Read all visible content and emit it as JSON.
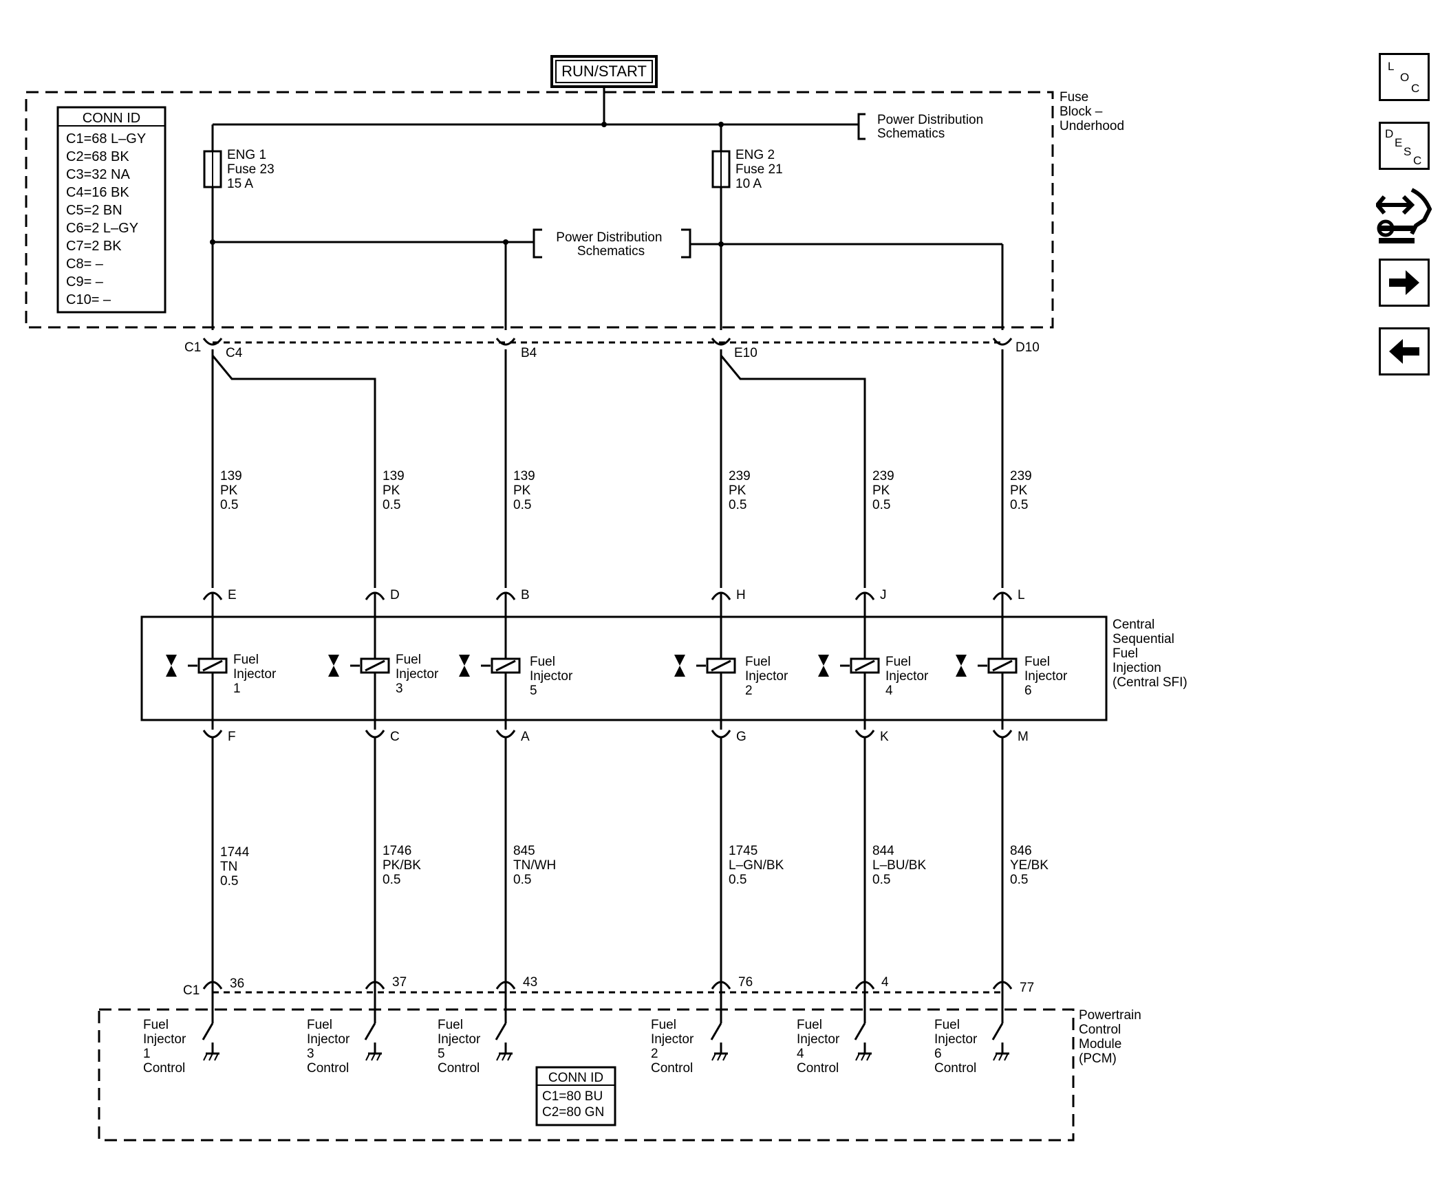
{
  "power_source": "RUN/START",
  "fuse_block": {
    "label_lines": [
      "Fuse",
      "Block –",
      "Underhood"
    ]
  },
  "conn_id_top": {
    "title": "CONN ID",
    "rows": [
      "C1=68 L–GY",
      "C2=68 BK",
      "C3=32 NA",
      "C4=16 BK",
      "C5=2 BN",
      "C6=2 L–GY",
      "C7=2 BK",
      "C8= –",
      "C9= –",
      "C10= –"
    ]
  },
  "power_distribution_top": [
    "Power Distribution",
    "Schematics"
  ],
  "power_distribution_mid": [
    "Power Distribution",
    "Schematics"
  ],
  "fuses": [
    {
      "lines": [
        "ENG 1",
        "Fuse 23",
        "15 A"
      ]
    },
    {
      "lines": [
        "ENG 2",
        "Fuse 21",
        "10 A"
      ]
    }
  ],
  "upper_connector_labels": {
    "c1": "C1",
    "c4": "C4",
    "b4": "B4",
    "e10": "E10",
    "d10": "D10"
  },
  "upper_wires": [
    {
      "circuit": "139",
      "color": "PK",
      "gauge": "0.5"
    },
    {
      "circuit": "139",
      "color": "PK",
      "gauge": "0.5"
    },
    {
      "circuit": "139",
      "color": "PK",
      "gauge": "0.5"
    },
    {
      "circuit": "239",
      "color": "PK",
      "gauge": "0.5"
    },
    {
      "circuit": "239",
      "color": "PK",
      "gauge": "0.5"
    },
    {
      "circuit": "239",
      "color": "PK",
      "gauge": "0.5"
    }
  ],
  "sfi_module": {
    "label_lines": [
      "Central",
      "Sequential",
      "Fuel",
      "Injection",
      "(Central SFI)"
    ]
  },
  "injectors": [
    {
      "top_pin": "E",
      "bottom_pin": "F",
      "label": [
        "Fuel",
        "Injector",
        "1"
      ]
    },
    {
      "top_pin": "D",
      "bottom_pin": "C",
      "label": [
        "Fuel",
        "Injector",
        "3"
      ]
    },
    {
      "top_pin": "B",
      "bottom_pin": "A",
      "label": [
        "Fuel",
        "Injector",
        "5"
      ]
    },
    {
      "top_pin": "H",
      "bottom_pin": "G",
      "label": [
        "Fuel",
        "Injector",
        "2"
      ]
    },
    {
      "top_pin": "J",
      "bottom_pin": "K",
      "label": [
        "Fuel",
        "Injector",
        "4"
      ]
    },
    {
      "top_pin": "L",
      "bottom_pin": "M",
      "label": [
        "Fuel",
        "Injector",
        "6"
      ]
    }
  ],
  "lower_wires": [
    {
      "circuit": "1744",
      "color": "TN",
      "gauge": "0.5"
    },
    {
      "circuit": "1746",
      "color": "PK/BK",
      "gauge": "0.5"
    },
    {
      "circuit": "845",
      "color": "TN/WH",
      "gauge": "0.5"
    },
    {
      "circuit": "1745",
      "color": "L–GN/BK",
      "gauge": "0.5"
    },
    {
      "circuit": "844",
      "color": "L–BU/BK",
      "gauge": "0.5"
    },
    {
      "circuit": "846",
      "color": "YE/BK",
      "gauge": "0.5"
    }
  ],
  "pcm_connector_label": "C1",
  "pcm_pins": [
    "36",
    "37",
    "43",
    "76",
    "4",
    "77"
  ],
  "pcm_controls": [
    [
      "Fuel",
      "Injector",
      "1",
      "Control"
    ],
    [
      "Fuel",
      "Injector",
      "3",
      "Control"
    ],
    [
      "Fuel",
      "Injector",
      "5",
      "Control"
    ],
    [
      "Fuel",
      "Injector",
      "2",
      "Control"
    ],
    [
      "Fuel",
      "Injector",
      "4",
      "Control"
    ],
    [
      "Fuel",
      "Injector",
      "6",
      "Control"
    ]
  ],
  "pcm_module": {
    "label_lines": [
      "Powertrain",
      "Control",
      "Module",
      "(PCM)"
    ]
  },
  "conn_id_pcm": {
    "title": "CONN ID",
    "rows": [
      "C1=80 BU",
      "C2=80 GN"
    ]
  },
  "nav_buttons": {
    "loc": {
      "l1": "L",
      "l2": "O",
      "l3": "C"
    },
    "desc": {
      "l1": "D",
      "l2": "E",
      "l3": "S",
      "l4": "C"
    },
    "icons": [
      "connector-tool-icon",
      "arrow-right-icon",
      "arrow-left-icon"
    ]
  }
}
